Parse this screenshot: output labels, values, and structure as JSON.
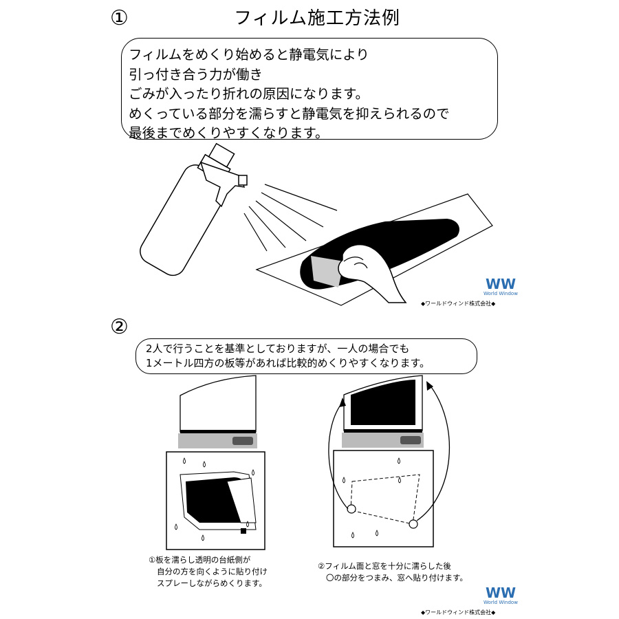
{
  "step1": {
    "number": "①",
    "title": "フィルム施工方法例",
    "box_lines": [
      "フィルムをめくり始めると静電気により",
      "引っ付き合う力が働き",
      "ごみが入ったり折れの原因になります。",
      "めくっている部分を濡らすと静電気を抑えられるので",
      "最後までめくりやすくなります。"
    ]
  },
  "step2": {
    "number": "②",
    "box_lines": [
      "2人で行うことを基準としておりますが、一人の場合でも",
      "1メートル四方の板等があれば比較的めくりやすくなります。"
    ],
    "caption_left": [
      "①板を濡らし透明の台紙側が",
      "自分の方を向くように貼り付け",
      "スプレーしながらめくります。"
    ],
    "caption_right": [
      "②フィルム面と窓を十分に濡らした後",
      "〇の部分をつまみ、窓へ貼り付けます。"
    ]
  },
  "brand": {
    "logo": "WW",
    "logo_sub": "World Window",
    "company": "◆ワールドウィンド株式会社◆",
    "color": "#2a6db0"
  }
}
